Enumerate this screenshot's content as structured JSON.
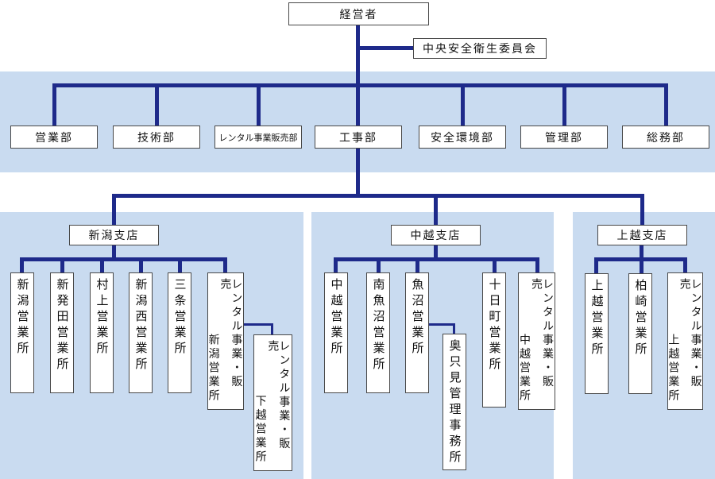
{
  "colors": {
    "line": "#1e2a8a",
    "band": "#c9dbf0",
    "panel": "#c9dbf0",
    "box_bg": "#ffffff",
    "box_border": "#484848"
  },
  "root": {
    "label": "経営者"
  },
  "committee": {
    "label": "中央安全衛生委員会"
  },
  "departments": [
    {
      "label": "営業部"
    },
    {
      "label": "技術部"
    },
    {
      "label": "レンタル事業販売部"
    },
    {
      "label": "工事部"
    },
    {
      "label": "安全環境部"
    },
    {
      "label": "管理部"
    },
    {
      "label": "総務部"
    }
  ],
  "branches": [
    {
      "label": "新潟支店",
      "offices": [
        {
          "label": "新潟営業所"
        },
        {
          "label": "新発田営業所"
        },
        {
          "label": "村上営業所"
        },
        {
          "label": "新潟西営業所"
        },
        {
          "label": "三条営業所"
        }
      ],
      "rental": {
        "line1": "レンタル事業・販売",
        "line2": "新潟営業所"
      },
      "rental_sub": {
        "line1": "レンタル事業・販売",
        "line2": "下越営業所"
      }
    },
    {
      "label": "中越支店",
      "offices": [
        {
          "label": "中越営業所"
        },
        {
          "label": "南魚沼営業所"
        },
        {
          "label": "魚沼営業所"
        },
        {
          "label": "十日町営業所"
        }
      ],
      "office_sub": {
        "label": "奥只見管理事務所"
      },
      "rental": {
        "line1": "レンタル事業・販売",
        "line2": "中越営業所"
      }
    },
    {
      "label": "上越支店",
      "offices": [
        {
          "label": "上越営業所"
        },
        {
          "label": "柏崎営業所"
        }
      ],
      "rental": {
        "line1": "レンタル事業・販売",
        "line2": "上越営業所"
      }
    }
  ]
}
